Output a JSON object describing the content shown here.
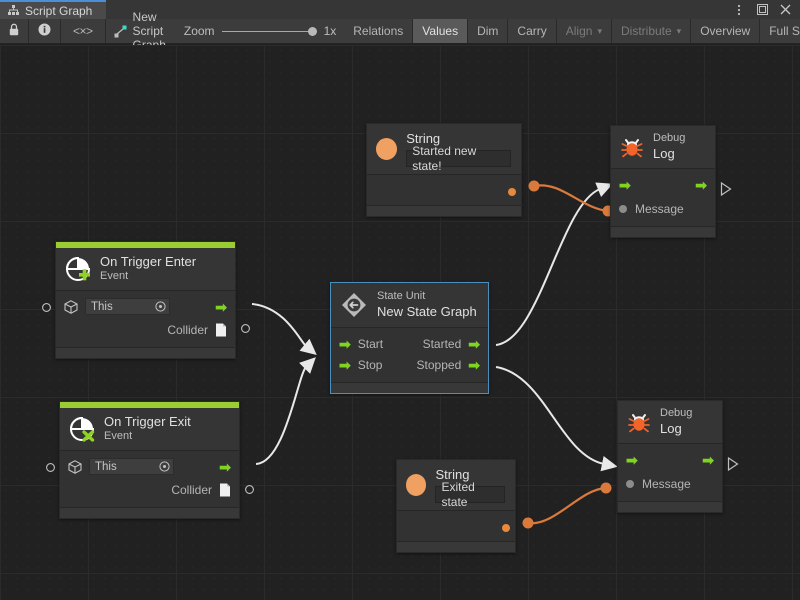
{
  "window": {
    "tab_label": "Script Graph",
    "tab_icon": "hierarchy-icon",
    "controls": {
      "menu": "⋮",
      "maximize": "❐",
      "close": "✕"
    }
  },
  "toolbar": {
    "lock_icon": "lock-icon",
    "info_icon": "info-icon",
    "code_icon": "<×>",
    "graph_icon": "script-graph-icon",
    "graph_name": "New Script Graph",
    "zoom_label": "Zoom",
    "zoom_value": "1x",
    "buttons": [
      {
        "label": "Relations",
        "state": "normal"
      },
      {
        "label": "Values",
        "state": "active"
      },
      {
        "label": "Dim",
        "state": "normal"
      },
      {
        "label": "Carry",
        "state": "normal"
      },
      {
        "label": "Align",
        "state": "disabled",
        "caret": "▾"
      },
      {
        "label": "Distribute",
        "state": "disabled",
        "caret": "▾"
      },
      {
        "label": "Overview",
        "state": "normal"
      },
      {
        "label": "Full Scr",
        "state": "normal"
      }
    ]
  },
  "graph": {
    "nodes": {
      "string_top": {
        "title": "String",
        "value": "Started new state!",
        "icon": "string-circle-icon"
      },
      "debug_top": {
        "subtitle": "Debug",
        "title": "Log",
        "icon": "bug-icon",
        "input_label": "Message"
      },
      "trigger_enter": {
        "title": "On Trigger Enter",
        "subtitle": "Event",
        "icon": "event-add-icon",
        "target_value": "This",
        "output_label": "Collider"
      },
      "state_unit": {
        "subtitle": "State Unit",
        "title": "New State Graph",
        "icon": "state-unit-icon",
        "inputs": [
          "Start",
          "Stop"
        ],
        "outputs": [
          "Started",
          "Stopped"
        ]
      },
      "trigger_exit": {
        "title": "On Trigger Exit",
        "subtitle": "Event",
        "icon": "event-remove-icon",
        "target_value": "This",
        "output_label": "Collider"
      },
      "string_bottom": {
        "title": "String",
        "value": "Exited state",
        "icon": "string-circle-icon"
      },
      "debug_bottom": {
        "subtitle": "Debug",
        "title": "Log",
        "icon": "bug-icon",
        "input_label": "Message"
      }
    },
    "colors": {
      "flow_edge": "#e8e8e8",
      "value_edge": "#d97a3c",
      "event_accent": "#9acd32",
      "selection": "#4c8fbd",
      "string_port": "#e8893c",
      "background": "#212121"
    }
  }
}
